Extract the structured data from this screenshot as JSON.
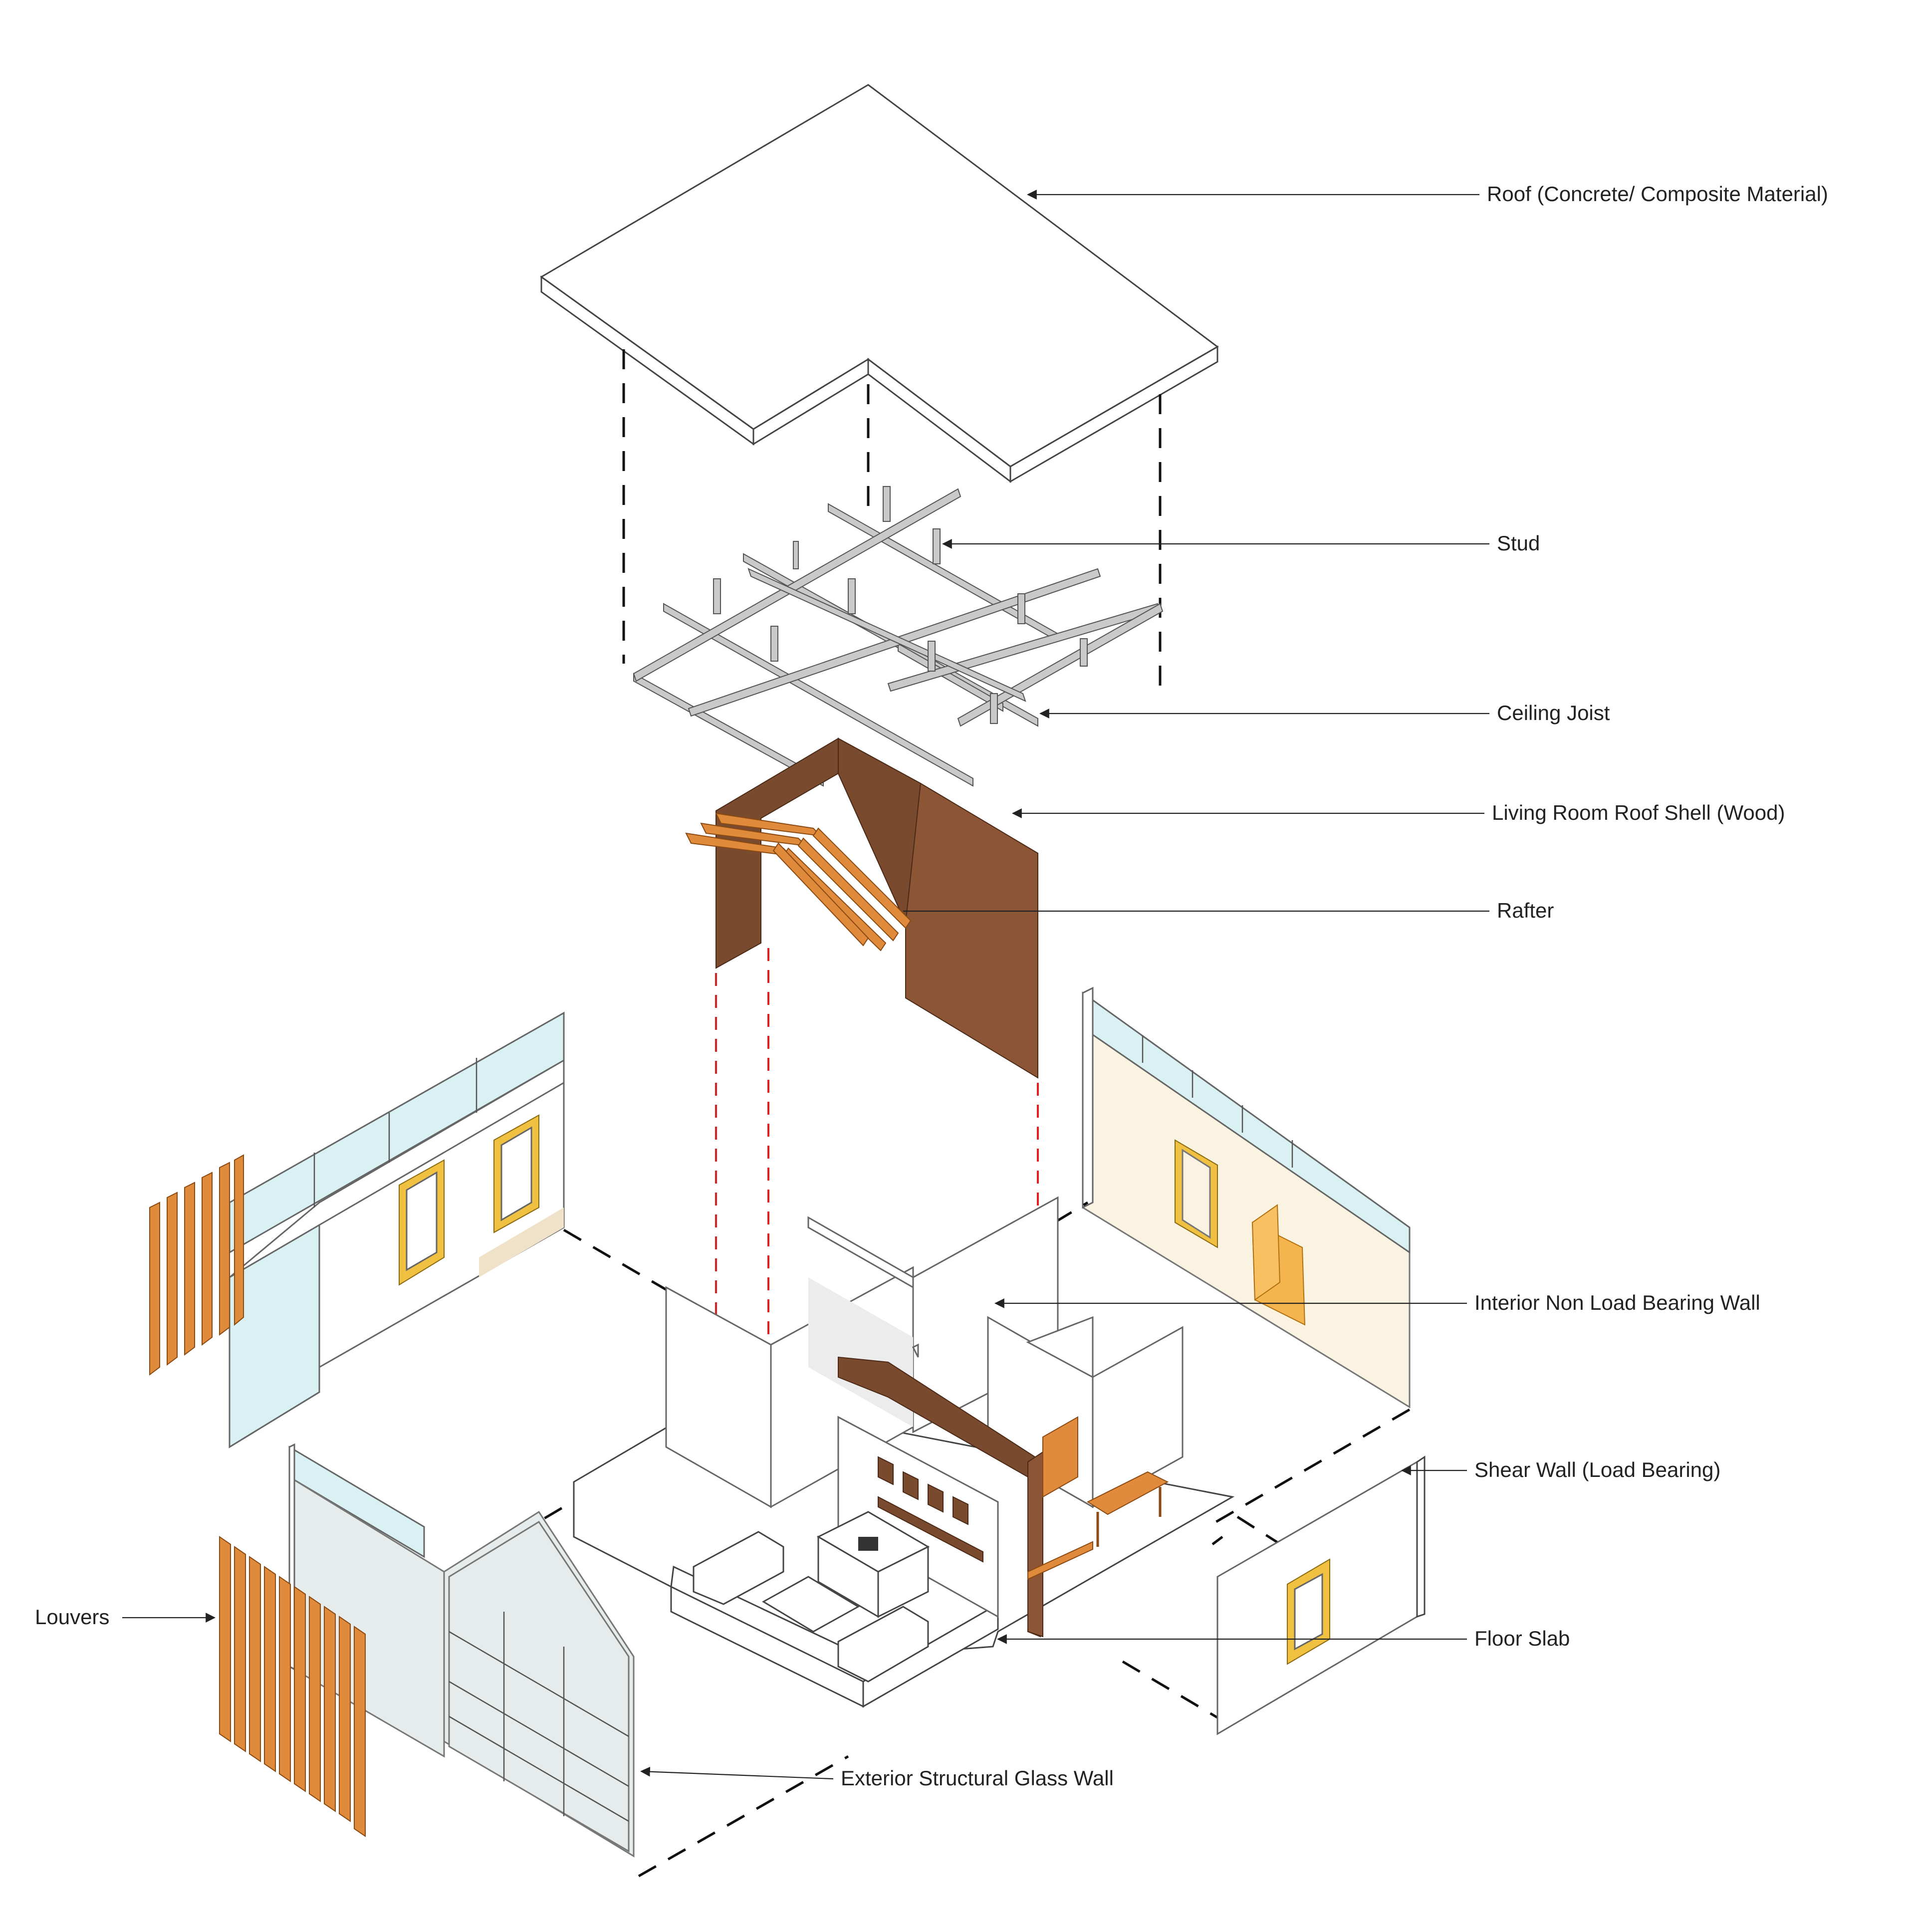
{
  "diagram": {
    "labels": {
      "roof": "Roof (Concrete/ Composite Material)",
      "stud": "Stud",
      "ceiling_joist": "Ceiling Joist",
      "roof_shell": "Living Room Roof Shell (Wood)",
      "rafter": "Rafter",
      "interior_wall": "Interior Non Load Bearing Wall",
      "shear_wall": "Shear Wall (Load Bearing)",
      "louvers": "Louvers",
      "floor_slab": "Floor Slab",
      "glass_wall": "Exterior Structural Glass Wall"
    },
    "colors": {
      "wood": "#7a4a2e",
      "timber": "#e08a3c",
      "glass": "#d9f1f3",
      "window_frame": "#f0c040",
      "projection_line": "#d22222"
    }
  }
}
